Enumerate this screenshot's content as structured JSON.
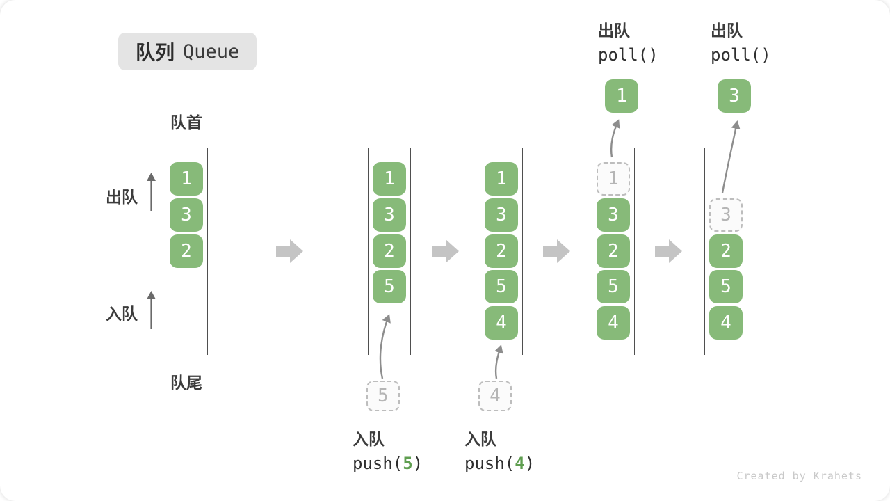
{
  "page": {
    "watermark": "Created by Krahets"
  },
  "title_badge": {
    "zh": "队列",
    "en": "Queue"
  },
  "side_labels": {
    "front": "队首",
    "rear": "队尾",
    "dequeue": "出队",
    "enqueue": "入队"
  },
  "colors": {
    "element_green": "#87ba79",
    "code_arg_green": "#5f9e50",
    "ghost_border": "#bdbdbd",
    "ghost_text": "#b5b5b5",
    "flow_arrow_gray": "#c4c4c4",
    "track_line": "#4f4f4f",
    "text_dark": "#3c3c3c",
    "badge_bg": "#e4e4e4",
    "watermark_gray": "#c9c9c9"
  },
  "states": [
    {
      "name": "state-initial",
      "slots": [
        {
          "row": 0,
          "value": "1",
          "style": "solid"
        },
        {
          "row": 1,
          "value": "3",
          "style": "solid"
        },
        {
          "row": 2,
          "value": "2",
          "style": "solid"
        }
      ]
    },
    {
      "name": "state-after-push-5",
      "slots": [
        {
          "row": 0,
          "value": "1",
          "style": "solid"
        },
        {
          "row": 1,
          "value": "3",
          "style": "solid"
        },
        {
          "row": 2,
          "value": "2",
          "style": "solid"
        },
        {
          "row": 3,
          "value": "5",
          "style": "solid"
        }
      ],
      "incoming_value": "5",
      "op": {
        "label": "入队",
        "code_pre": "push(",
        "code_arg": "5",
        "code_post": ")"
      }
    },
    {
      "name": "state-after-push-4",
      "slots": [
        {
          "row": 0,
          "value": "1",
          "style": "solid"
        },
        {
          "row": 1,
          "value": "3",
          "style": "solid"
        },
        {
          "row": 2,
          "value": "2",
          "style": "solid"
        },
        {
          "row": 3,
          "value": "5",
          "style": "solid"
        },
        {
          "row": 4,
          "value": "4",
          "style": "solid"
        }
      ],
      "incoming_value": "4",
      "op": {
        "label": "入队",
        "code_pre": "push(",
        "code_arg": "4",
        "code_post": ")"
      }
    },
    {
      "name": "state-poll-1",
      "slots": [
        {
          "row": 0,
          "value": "1",
          "style": "ghost"
        },
        {
          "row": 1,
          "value": "3",
          "style": "solid"
        },
        {
          "row": 2,
          "value": "2",
          "style": "solid"
        },
        {
          "row": 3,
          "value": "5",
          "style": "solid"
        },
        {
          "row": 4,
          "value": "4",
          "style": "solid"
        }
      ],
      "outgoing_value": "1",
      "op": {
        "label": "出队",
        "code_pre": "poll()",
        "code_arg": "",
        "code_post": ""
      }
    },
    {
      "name": "state-poll-3",
      "slots": [
        {
          "row": 1,
          "value": "3",
          "style": "ghost"
        },
        {
          "row": 2,
          "value": "2",
          "style": "solid"
        },
        {
          "row": 3,
          "value": "5",
          "style": "solid"
        },
        {
          "row": 4,
          "value": "4",
          "style": "solid"
        }
      ],
      "outgoing_value": "3",
      "op": {
        "label": "出队",
        "code_pre": "poll()",
        "code_arg": "",
        "code_post": ""
      }
    }
  ]
}
